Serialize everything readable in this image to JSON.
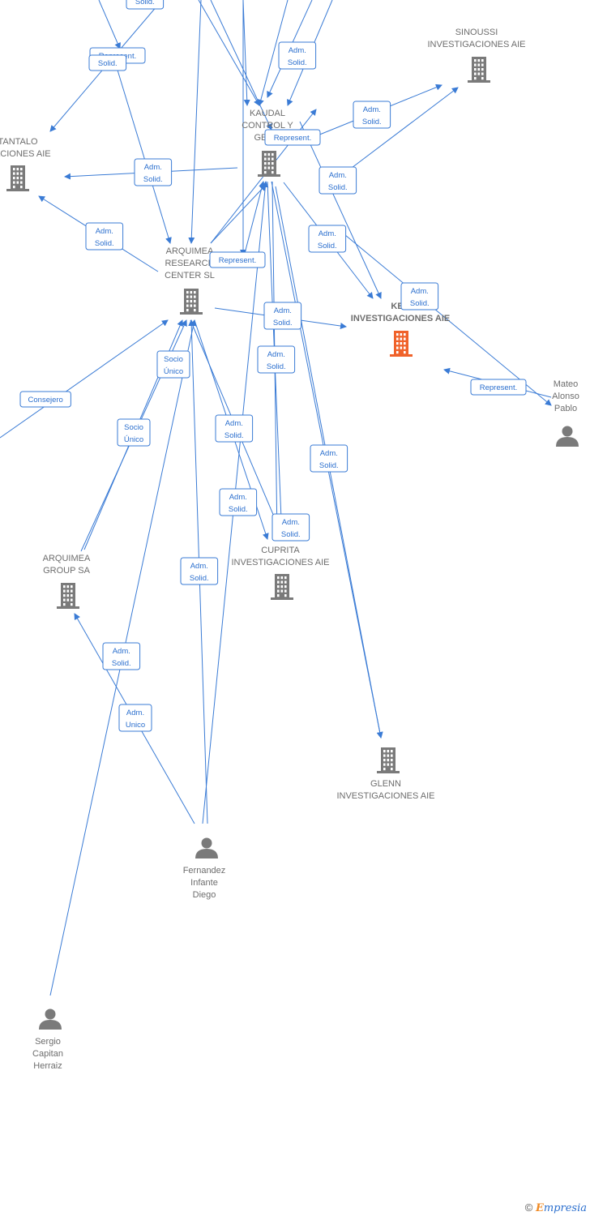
{
  "colors": {
    "edge": "#3a7bd5",
    "edge_label_text": "#2b6fce",
    "building": "#7a7a7a",
    "building_focus": "#f0622a",
    "person": "#7a7a7a",
    "label": "#6d6d6d"
  },
  "nodes": [
    {
      "id": "tantalo",
      "type": "company",
      "label": [
        "TANTALO",
        "IGACIONES AIE"
      ]
    },
    {
      "id": "kaudal",
      "type": "company",
      "label": [
        "KAUDAL",
        "CONTROL Y",
        "GESTI"
      ]
    },
    {
      "id": "sinoussi",
      "type": "company",
      "label": [
        "SINOUSSI",
        "INVESTIGACIONES AIE"
      ]
    },
    {
      "id": "arquimea_rc",
      "type": "company",
      "label": [
        "ARQUIMEA",
        "RESEARCH",
        "CENTER SL"
      ]
    },
    {
      "id": "ker",
      "type": "company_focus",
      "label": [
        "KER",
        "INVESTIGACIONES AIE"
      ]
    },
    {
      "id": "mateo",
      "type": "person",
      "label": [
        "Mateo",
        "Alonso",
        "Pablo"
      ]
    },
    {
      "id": "arquimea_group",
      "type": "company",
      "label": [
        "ARQUIMEA",
        "GROUP SA"
      ]
    },
    {
      "id": "cuprita",
      "type": "company",
      "label": [
        "CUPRITA",
        "INVESTIGACIONES AIE"
      ]
    },
    {
      "id": "glenn",
      "type": "company",
      "label": [
        "GLENN",
        "INVESTIGACIONES AIE"
      ]
    },
    {
      "id": "fernandez",
      "type": "person",
      "label": [
        "Fernandez",
        "Infante",
        "Diego"
      ]
    },
    {
      "id": "sergio",
      "type": "person",
      "label": [
        "Sergio",
        "Capitan",
        "Herraiz"
      ]
    }
  ],
  "edge_labels": [
    [
      "Solid."
    ],
    [
      "Represent."
    ],
    [
      "Solid."
    ],
    [
      "Adm.",
      "Solid."
    ],
    [
      "Adm.",
      "Solid."
    ],
    [
      "Represent."
    ],
    [
      "Adm.",
      "Solid."
    ],
    [
      "Adm.",
      "Solid."
    ],
    [
      "Adm.",
      "Solid."
    ],
    [
      "Adm.",
      "Solid."
    ],
    [
      "Represent."
    ],
    [
      "Adm.",
      "Solid."
    ],
    [
      "Adm.",
      "Solid."
    ],
    [
      "Socio",
      "Único"
    ],
    [
      "Consejero"
    ],
    [
      "Represent."
    ],
    [
      "Adm.",
      "Solid."
    ],
    [
      "Socio",
      "Único"
    ],
    [
      "Adm.",
      "Solid."
    ],
    [
      "Adm.",
      "Solid."
    ],
    [
      "Adm.",
      "Solid."
    ],
    [
      "Adm.",
      "Solid."
    ],
    [
      "Adm.",
      "Solid."
    ],
    [
      "Adm.",
      "Solid."
    ],
    [
      "Adm.",
      "Unico"
    ]
  ],
  "footer": {
    "copyright": "©",
    "brand_initial": "E",
    "brand_rest": "mpresia"
  }
}
